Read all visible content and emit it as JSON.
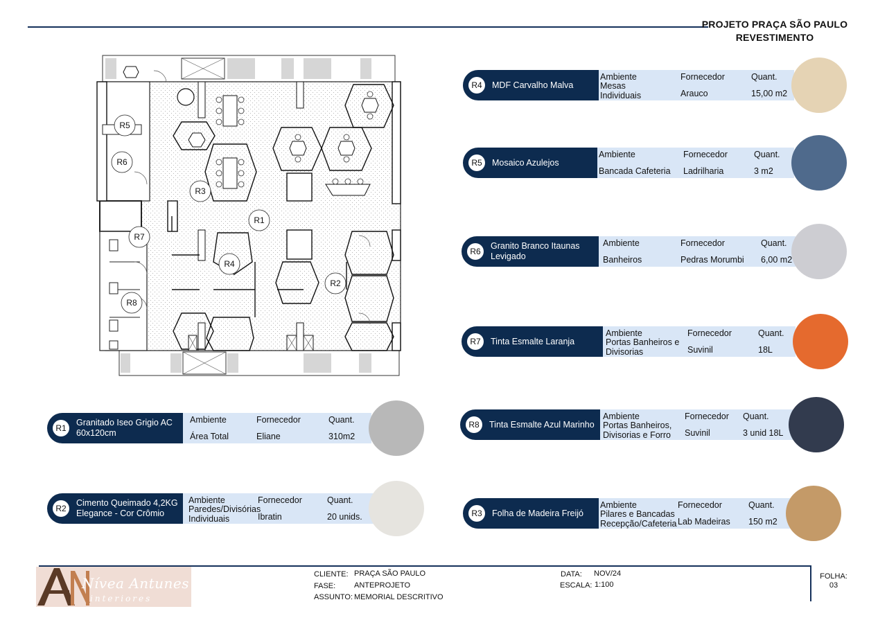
{
  "header": {
    "title_line1": "PROJETO PRAÇA SÃO PAULO",
    "title_line2": "REVESTIMENTO"
  },
  "plan": {
    "labels": [
      "R1",
      "R2",
      "R3",
      "R4",
      "R5",
      "R6",
      "R7",
      "R8"
    ]
  },
  "columns": {
    "ambiente": "Ambiente",
    "fornecedor": "Fornecedor",
    "quant": "Quant."
  },
  "materials": [
    {
      "code": "R4",
      "name": "MDF Carvalho Malva",
      "ambiente": "Mesas\nIndividuais",
      "fornecedor": "Arauco",
      "quant": "15,00 m2",
      "color": "#e5d3b4"
    },
    {
      "code": "R5",
      "name": "Mosaico Azulejos",
      "ambiente": "Bancada Cafeteria",
      "fornecedor": "Ladrilharia",
      "quant": "3 m2",
      "color": "#4f6a8c"
    },
    {
      "code": "R6",
      "name": "Granito Branco Itaunas\nLevigado",
      "ambiente": "Banheiros",
      "fornecedor": "Pedras Morumbi",
      "quant": "6,00 m2",
      "color": "#cdcdd2"
    },
    {
      "code": "R7",
      "name": "Tinta Esmalte Laranja",
      "ambiente": "Portas Banheiros e\nDivisorias",
      "fornecedor": "Suvinil",
      "quant": "18L",
      "color": "#e56a2e"
    },
    {
      "code": "R8",
      "name": "Tinta Esmalte Azul Marinho",
      "ambiente": "Portas Banheiros,\nDivisorias e Forro",
      "fornecedor": "Suvinil",
      "quant": "3 unid 18L",
      "color": "#323b4e"
    },
    {
      "code": "R3",
      "name": "Folha de Madeira Freijó",
      "ambiente": "Pilares e Bancadas\nRecepção/Cafeteria",
      "fornecedor": "Lab Madeiras",
      "quant": "150 m2",
      "color": "#c49a68"
    },
    {
      "code": "R1",
      "name": "Granitado Iseo Grigio AC\n60x120cm",
      "ambiente": "Área Total",
      "fornecedor": "Eliane",
      "quant": "310m2",
      "color": "#b8b8b8"
    },
    {
      "code": "R2",
      "name": "Cimento Queimado 4,2KG\nElegance - Cor Crômio",
      "ambiente": "Paredes/Divisórias\nIndividuais",
      "fornecedor": "Ibratin",
      "quant": "20 unids.",
      "color": "#e6e4df"
    }
  ],
  "footer": {
    "logo_name": "Nívea Antunes",
    "logo_sub": "interiores",
    "cliente_label": "CLIENTE:",
    "cliente": "PRAÇA SÃO PAULO",
    "fase_label": "FASE:",
    "fase": "ANTEPROJETO",
    "assunto_label": "ASSUNTO:",
    "assunto": "MEMORIAL DESCRITIVO",
    "data_label": "DATA:",
    "data": "NOV/24",
    "escala_label": "ESCALA:",
    "escala": "1:100",
    "folha_label": "FOLHA:",
    "folha": "03"
  }
}
